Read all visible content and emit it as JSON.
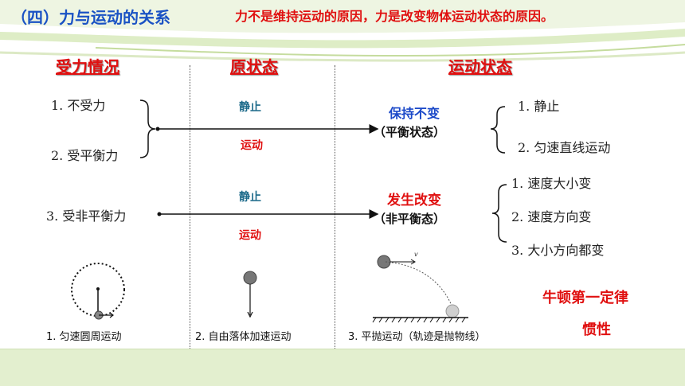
{
  "header": {
    "title": "（四）力与运动的关系",
    "subtitle": "力不是维持运动的原因，力是改变物体运动状态的原因。"
  },
  "columns": {
    "force": "受力情况",
    "original": "原状态",
    "motion": "运动状态"
  },
  "force_cases": {
    "case1": "1. 不受力",
    "case2": "2. 受平衡力",
    "case3": "3. 受非平衡力"
  },
  "original_states": {
    "row1_rest": "静止",
    "row1_moving": "运动",
    "row2_rest": "静止",
    "row2_moving": "运动"
  },
  "results": {
    "balanced_label": "保持不变",
    "balanced_sub": "（平衡状态）",
    "balanced_items": [
      "1. 静止",
      "2. 匀速直线运动"
    ],
    "unbalanced_label": "发生改变",
    "unbalanced_sub": "（非平衡态）",
    "unbalanced_items": [
      "1. 速度大小变",
      "2. 速度方向变",
      "3. 大小方向都变"
    ]
  },
  "examples": {
    "circular": "1. 匀速圆周运动",
    "free_fall": "2. 自由落体加速运动",
    "projectile": "3. 平抛运动（轨迹是抛物线）",
    "velocity_symbol": "v"
  },
  "law": {
    "name": "牛顿第一定律",
    "inertia": "惯性"
  },
  "colors": {
    "title_blue": "#1a52c4",
    "accent_red": "#e01010",
    "band_green": "#e3efcf",
    "state_teal": "#1c6a8a"
  }
}
